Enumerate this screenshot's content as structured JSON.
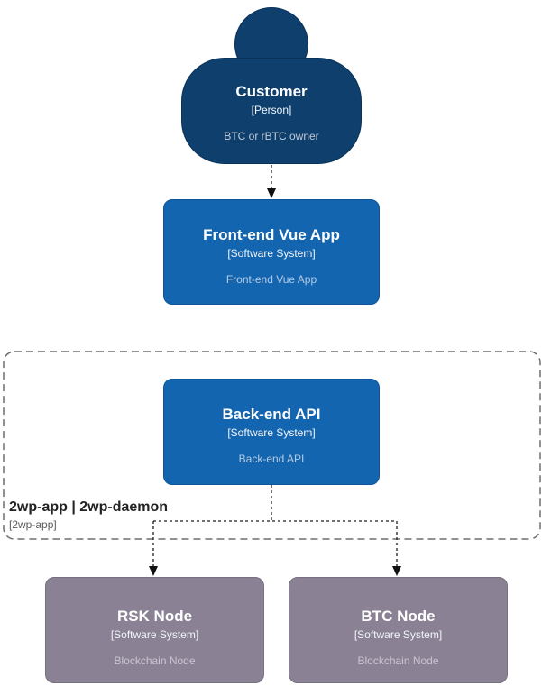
{
  "colors": {
    "person_fill": "#0f3f6d",
    "person_border": "#0a3258",
    "system_fill": "#1465b0",
    "system_border": "#0f5597",
    "node_fill": "#8a8294",
    "node_border": "#76707f",
    "boundary_stroke": "#6e6e6e",
    "connector": "#1f1f1f",
    "background": "#ffffff"
  },
  "nodes": {
    "customer": {
      "title": "Customer",
      "meta": "[Person]",
      "description": "BTC or rBTC owner"
    },
    "frontend": {
      "title": "Front-end Vue App",
      "meta": "[Software System]",
      "description": "Front-end Vue App"
    },
    "backend": {
      "title": "Back-end API",
      "meta": "[Software System]",
      "description": "Back-end API"
    },
    "rsk_node": {
      "title": "RSK Node",
      "meta": "[Software System]",
      "description": "Blockchain Node"
    },
    "btc_node": {
      "title": "BTC Node",
      "meta": "[Software System]",
      "description": "Blockchain Node"
    }
  },
  "boundary": {
    "title": "2wp-app | 2wp-daemon",
    "meta": "[2wp-app]"
  }
}
